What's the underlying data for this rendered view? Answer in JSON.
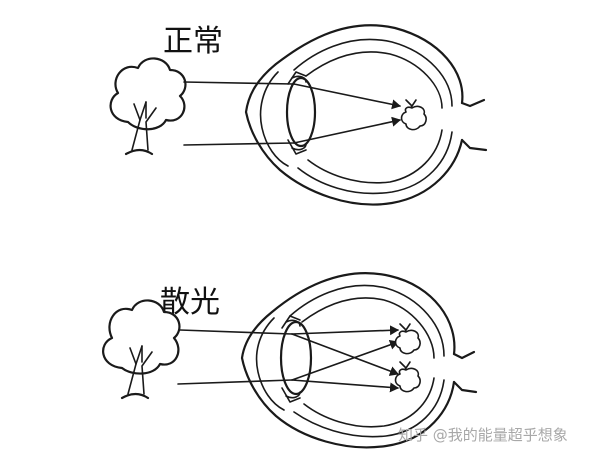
{
  "panels": [
    {
      "id": "normal",
      "label": "正常"
    },
    {
      "id": "astigmatism",
      "label": "散光"
    }
  ],
  "watermark": "知乎 @我的能量超乎想象",
  "icons": [
    "tree-icon",
    "eyeball-icon",
    "lens-icon",
    "retina-image-icon",
    "light-ray-arrow"
  ]
}
